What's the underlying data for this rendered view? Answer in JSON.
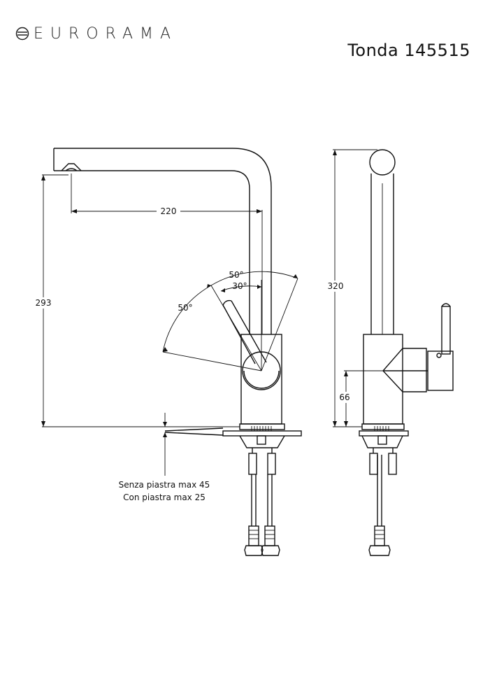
{
  "brand": {
    "name": "EURORAMA",
    "logo_icon": "eurorama-logo-icon"
  },
  "model": {
    "title": "Tonda 145515"
  },
  "dimensions": {
    "spout_reach": "220",
    "spout_height": "293",
    "total_height": "320",
    "handle_height": "66",
    "angle_outer_left": "50°",
    "angle_top": "50°",
    "angle_inner": "30°"
  },
  "notes": {
    "without_plate": "Senza piastra max 45",
    "with_plate": "Con piastra max 25"
  }
}
